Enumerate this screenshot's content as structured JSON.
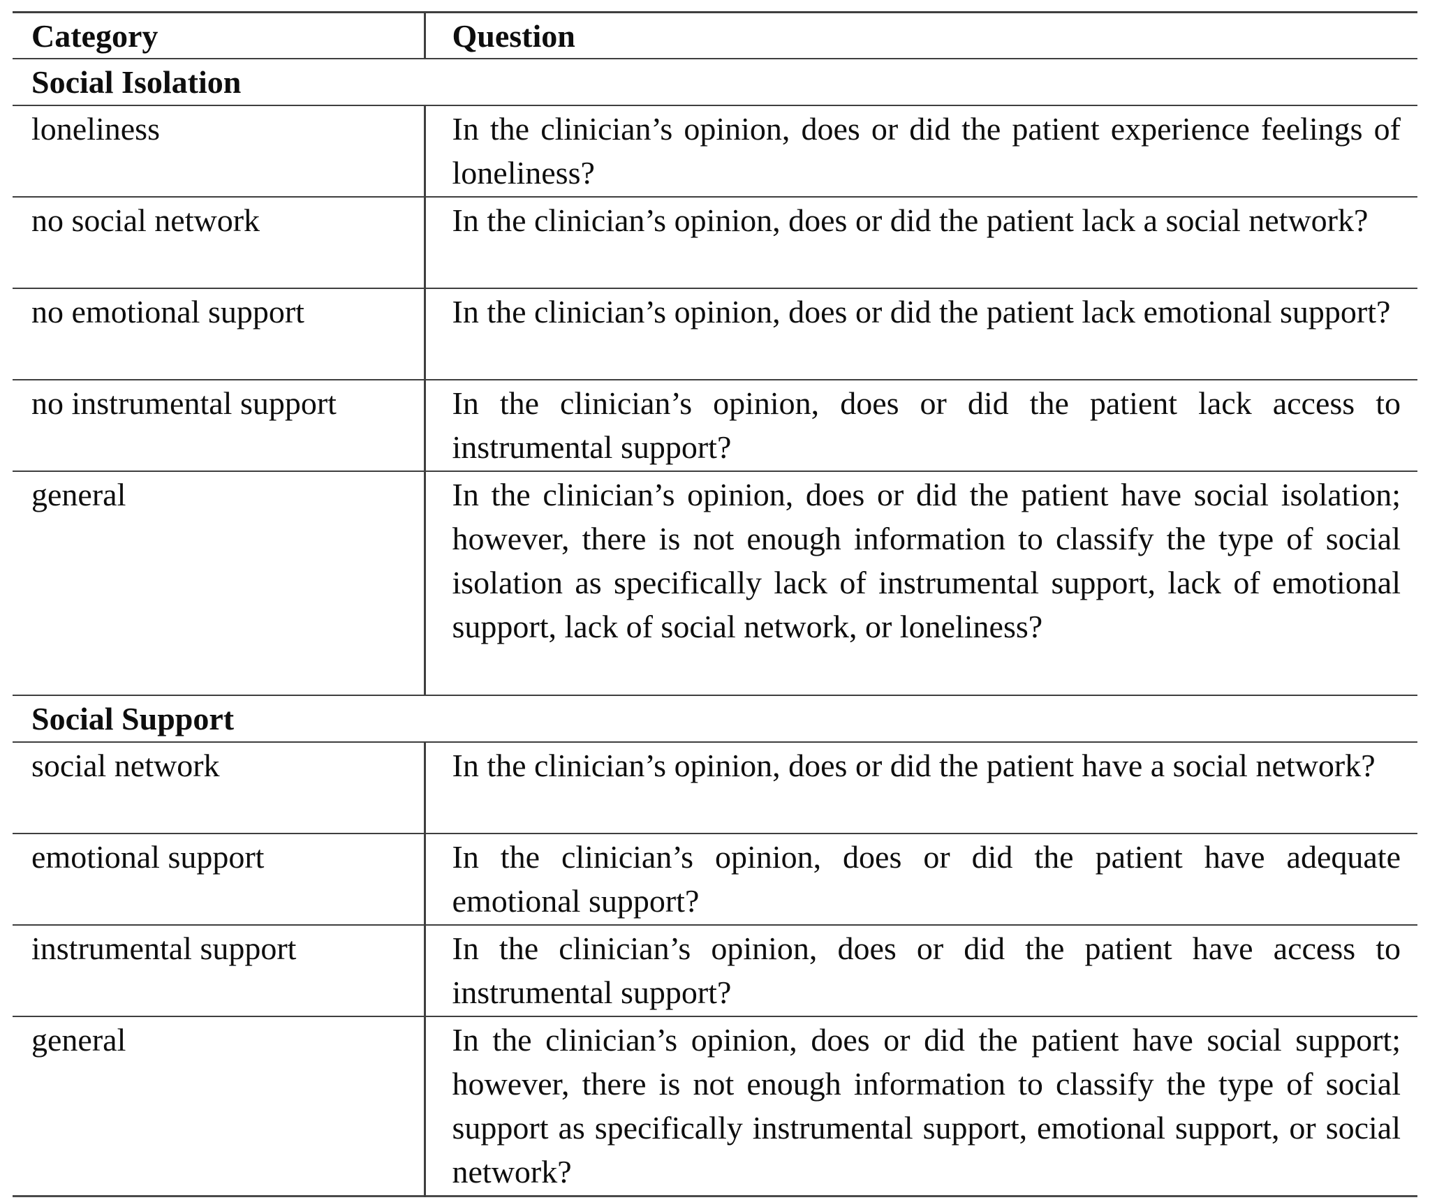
{
  "page": {
    "background": "#ffffff"
  },
  "table": {
    "columns": [
      "Category",
      "Question"
    ],
    "text_color": "#0e0e0e",
    "rule_color": "#3f3f3f",
    "sections": [
      {
        "title": "Social Isolation",
        "rows": [
          {
            "category": "loneliness",
            "question": "In the clinician’s opinion, does or did the patient experience feelings of loneliness?"
          },
          {
            "category": "no social network",
            "question": "In the clinician’s opinion, does or did the patient lack a social network?"
          },
          {
            "category": "no emotional support",
            "question": "In the clinician’s opinion, does or did the patient lack emotional support?"
          },
          {
            "category": "no instrumental support",
            "question": "In the clinician’s opinion, does or did the patient lack access to instrumental support?"
          },
          {
            "category": "general",
            "question": "In the clinician’s opinion, does or did the patient have social isolation; however, there is not enough information to classify the type of social isolation as specifically lack of instrumental support, lack of emotional support, lack of social network, or loneliness?"
          }
        ]
      },
      {
        "title": "Social Support",
        "rows": [
          {
            "category": "social network",
            "question": "In the clinician’s opinion, does or did the patient have a social network?"
          },
          {
            "category": "emotional support",
            "question": "In the clinician’s opinion, does or did the patient have adequate emotional support?"
          },
          {
            "category": "instrumental support",
            "question": "In the clinician’s opinion, does or did the patient have access to instrumental support?"
          },
          {
            "category": "general",
            "question": "In the clinician’s opinion, does or did the patient have social support; however, there is not enough information to classify the type of social support as specifically instrumental support, emotional support, or social network?"
          }
        ]
      }
    ]
  }
}
